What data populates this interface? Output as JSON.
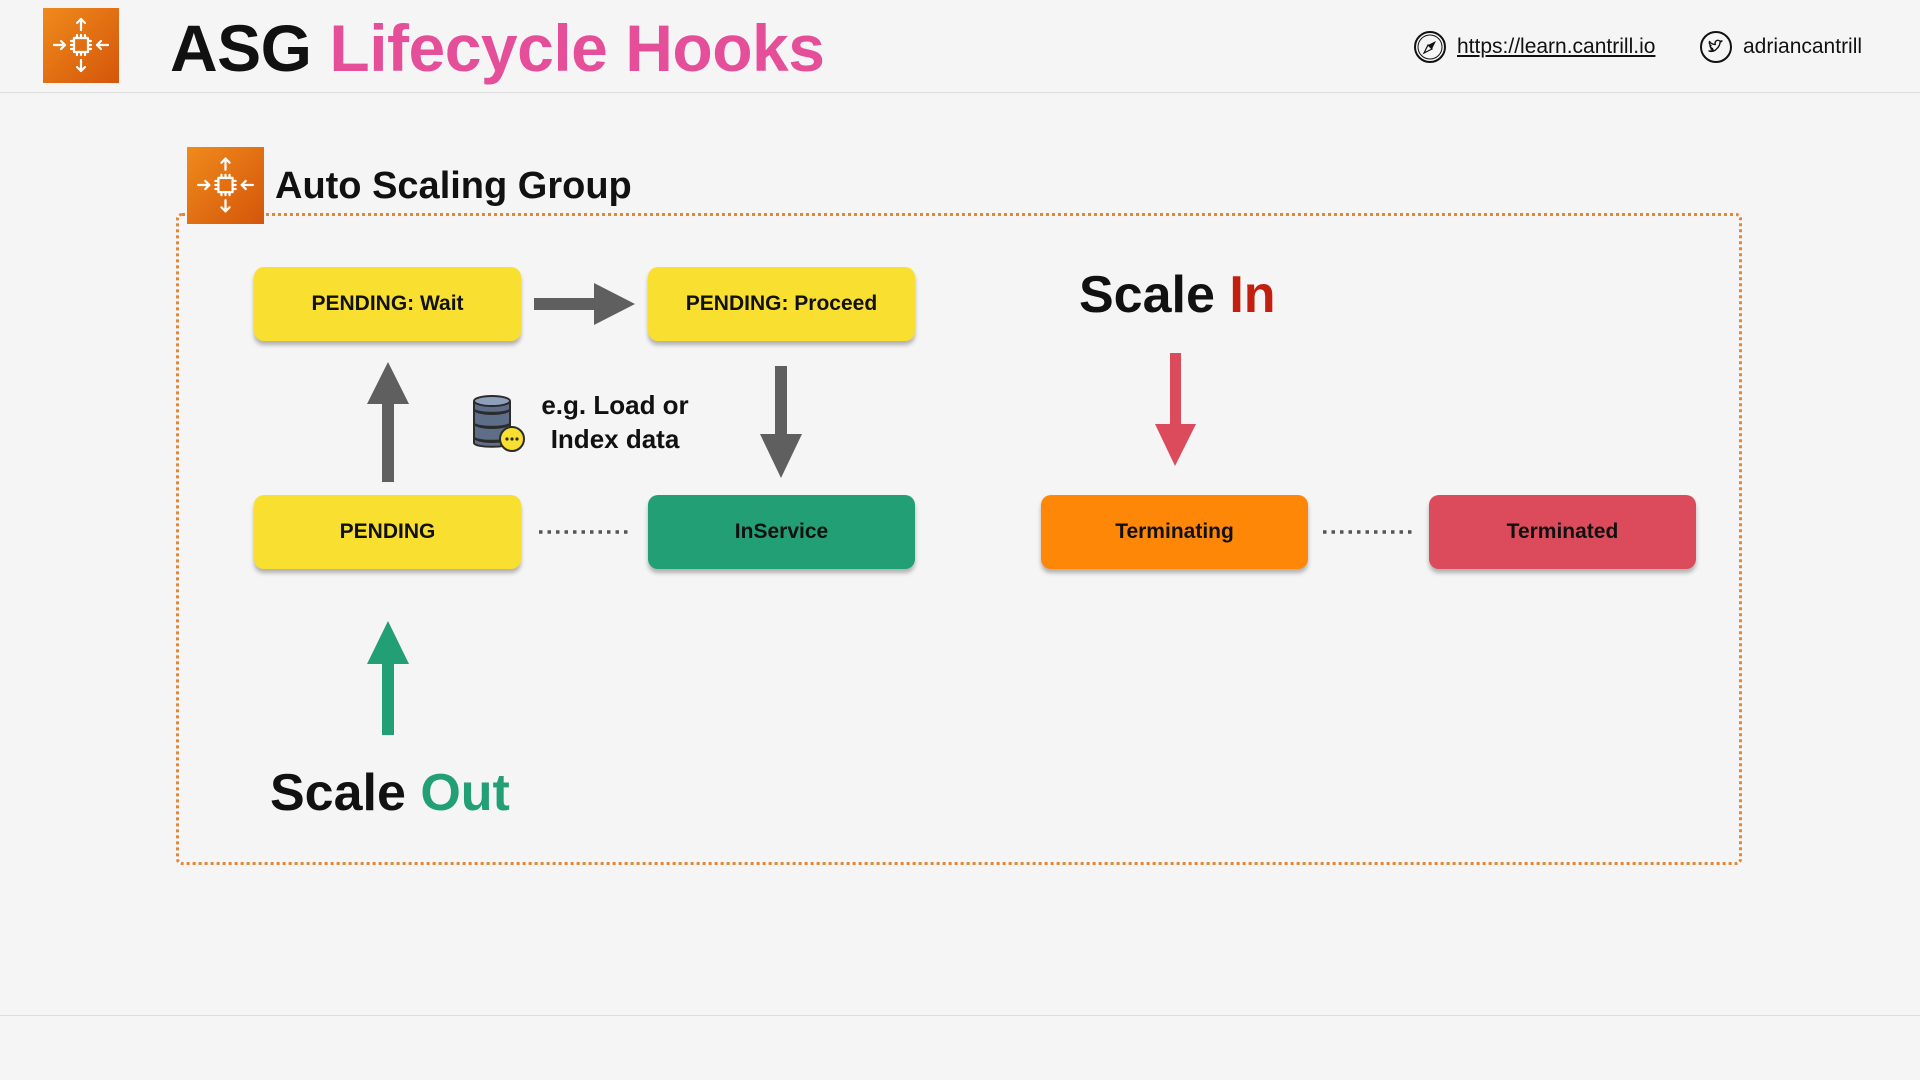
{
  "header": {
    "title_prefix": "ASG",
    "title_highlight": "Lifecycle Hooks",
    "website": "https://learn.cantrill.io",
    "twitter": "adriancantrill",
    "logo_icon": "auto-scaling-icon",
    "website_icon": "compass-icon",
    "twitter_icon": "twitter-icon"
  },
  "group": {
    "label": "Auto Scaling Group",
    "icon": "auto-scaling-icon"
  },
  "states": {
    "pending_wait": "PENDING: Wait",
    "pending_proceed": "PENDING: Proceed",
    "pending": "PENDING",
    "inservice": "InService",
    "terminating": "Terminating",
    "terminated": "Terminated"
  },
  "note": {
    "line1": "e.g. Load or",
    "line2": "Index data",
    "icon": "database-icon"
  },
  "scale_in": {
    "word1": "Scale",
    "word2": "In"
  },
  "scale_out": {
    "word1": "Scale",
    "word2": "Out"
  },
  "colors": {
    "title_highlight": "#e54f9a",
    "pending": "#f8df30",
    "inservice": "#229f74",
    "terminating": "#ff8708",
    "terminated": "#dc4b5c",
    "group_border": "#e0883a",
    "scale_in_accent": "#c21f0e",
    "scale_out_accent": "#229f74",
    "scale_in_arrow": "#dc4b5c",
    "flow_arrow": "#5f5f5f"
  }
}
